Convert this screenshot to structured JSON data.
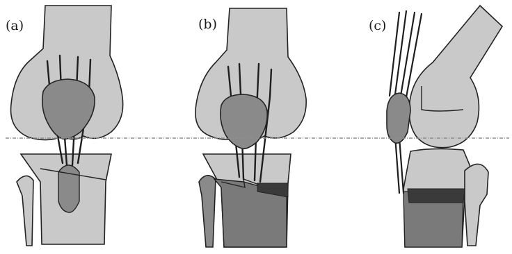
{
  "panels": [
    {
      "id": "a",
      "label": "(a)"
    },
    {
      "id": "b",
      "label": "(b)"
    },
    {
      "id": "c",
      "label": "(c)"
    }
  ],
  "colors": {
    "bone": "#c9c9c9",
    "patella": "#8a8a8a",
    "cut_surface": "#7a7a7a",
    "dark_band": "#3a3a3a",
    "outline": "#222222",
    "tendon": "#1e1e1e",
    "reference_line": "#8e8e8e"
  }
}
